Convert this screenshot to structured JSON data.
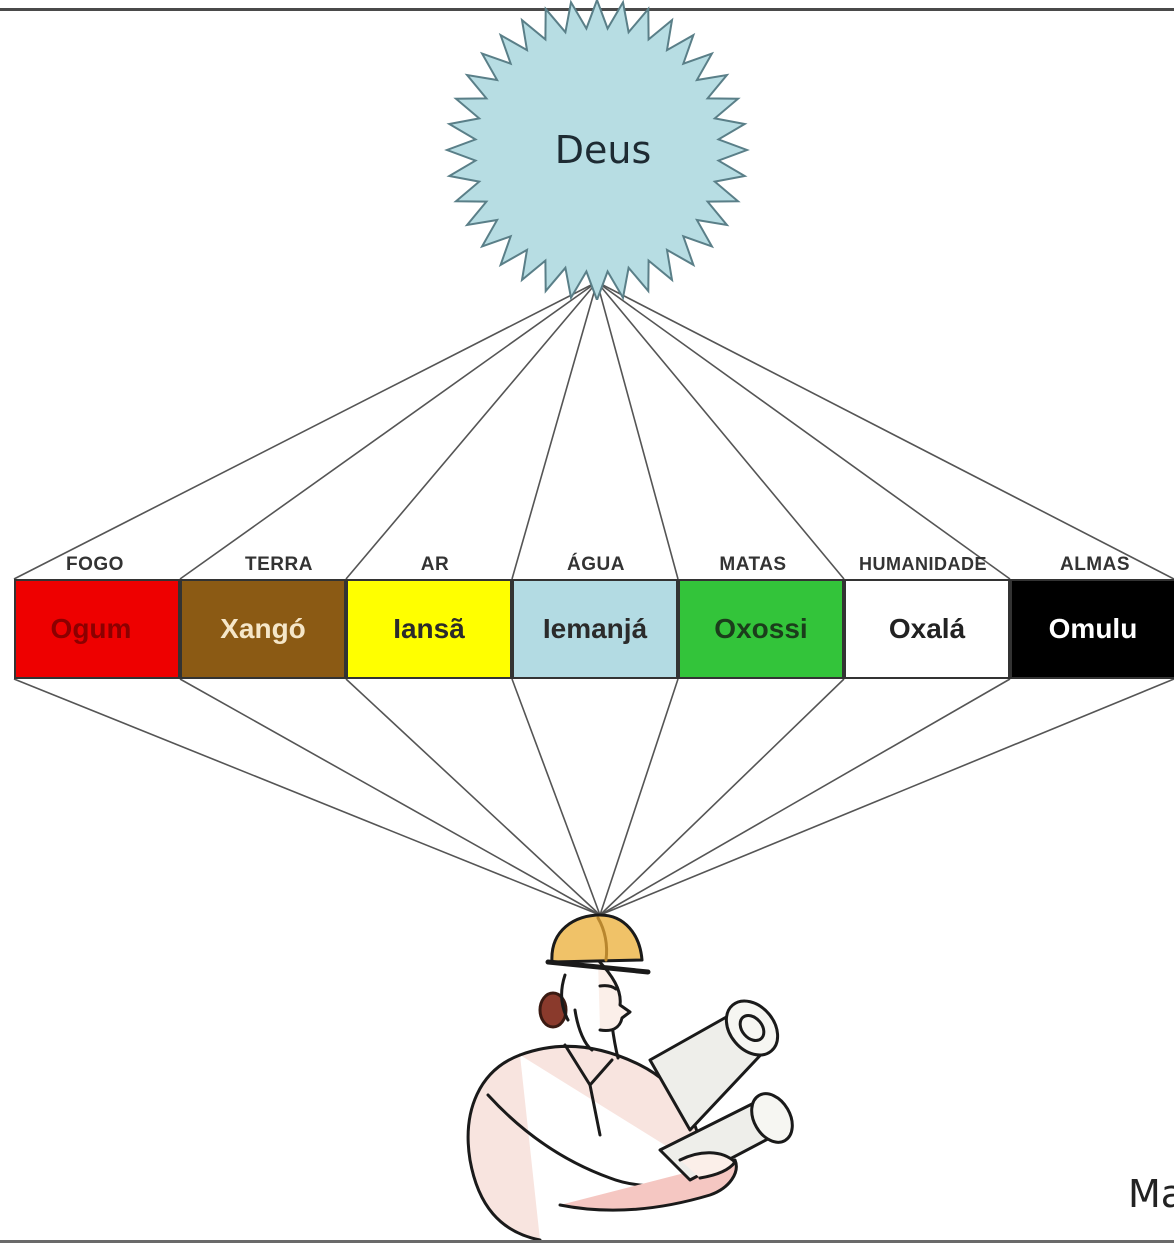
{
  "top_label": "Deus",
  "orixas": [
    {
      "element": "FOGO",
      "name": "Ogum",
      "fill": "#ee0000",
      "text_color": "#8b0000"
    },
    {
      "element": "TERRA",
      "name": "Xangó",
      "fill": "#8b5a14",
      "text_color": "#f5e6c8"
    },
    {
      "element": "AR",
      "name": "Iansã",
      "fill": "#ffff00",
      "text_color": "#2b2b2b"
    },
    {
      "element": "ÁGUA",
      "name": "Iemanjá",
      "fill": "#b3dbe3",
      "text_color": "#2b2b2b"
    },
    {
      "element": "MATAS",
      "name": "Oxossi",
      "fill": "#33c43a",
      "text_color": "#1b3d1b"
    },
    {
      "element": "HUMANIDADE",
      "name": "Oxalá",
      "fill": "#ffffff",
      "text_color": "#222222"
    },
    {
      "element": "ALMAS",
      "name": "Omulu",
      "fill": "#000000",
      "text_color": "#ffffff"
    }
  ],
  "colors": {
    "star_fill": "#b7dde3",
    "star_stroke": "#5a7f88",
    "line": "#555555"
  },
  "footnote": "Ma"
}
